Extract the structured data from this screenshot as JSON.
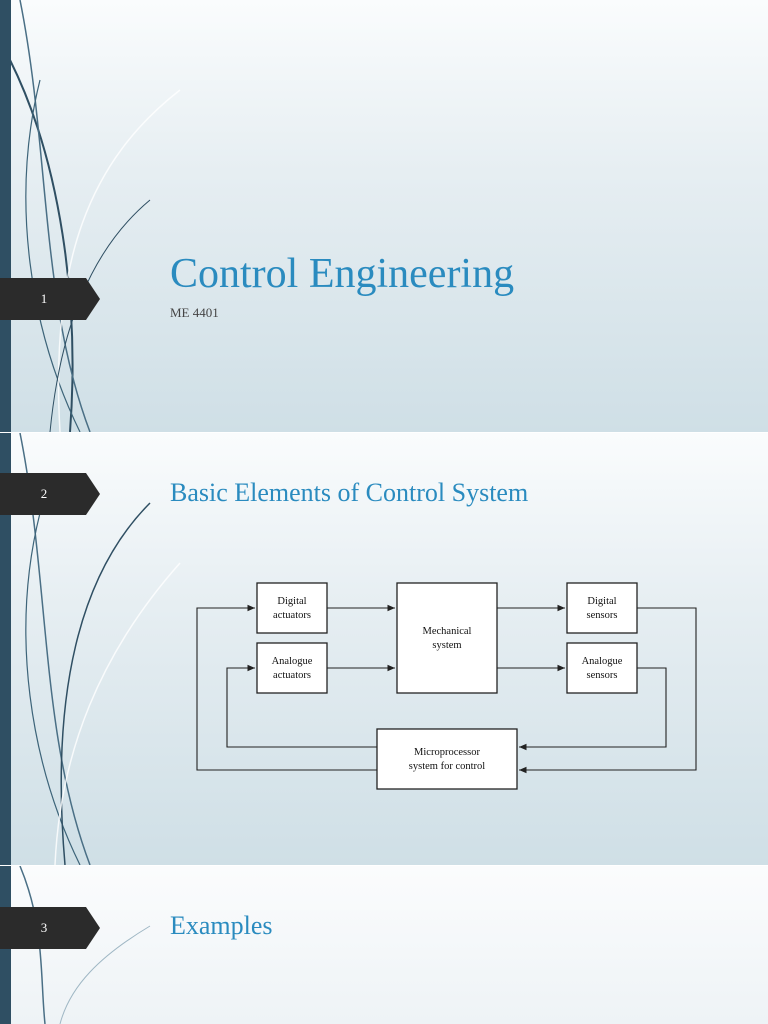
{
  "slides": [
    {
      "number": "1",
      "title": "Control Engineering",
      "subtitle": "ME 4401"
    },
    {
      "number": "2",
      "title": "Basic Elements of Control System"
    },
    {
      "number": "3",
      "title": "Examples"
    }
  ],
  "diagram": {
    "digital_actuators": [
      "Digital",
      "actuators"
    ],
    "analogue_actuators": [
      "Analogue",
      "actuators"
    ],
    "mechanical_system": [
      "Mechanical",
      "system"
    ],
    "digital_sensors": [
      "Digital",
      "sensors"
    ],
    "analogue_sensors": [
      "Analogue",
      "sensors"
    ],
    "microprocessor": [
      "Microprocessor",
      "system for control"
    ]
  },
  "colors": {
    "sidebar": "#2f4f63",
    "title": "#2a8bbf",
    "tag": "#2b2b2b"
  }
}
